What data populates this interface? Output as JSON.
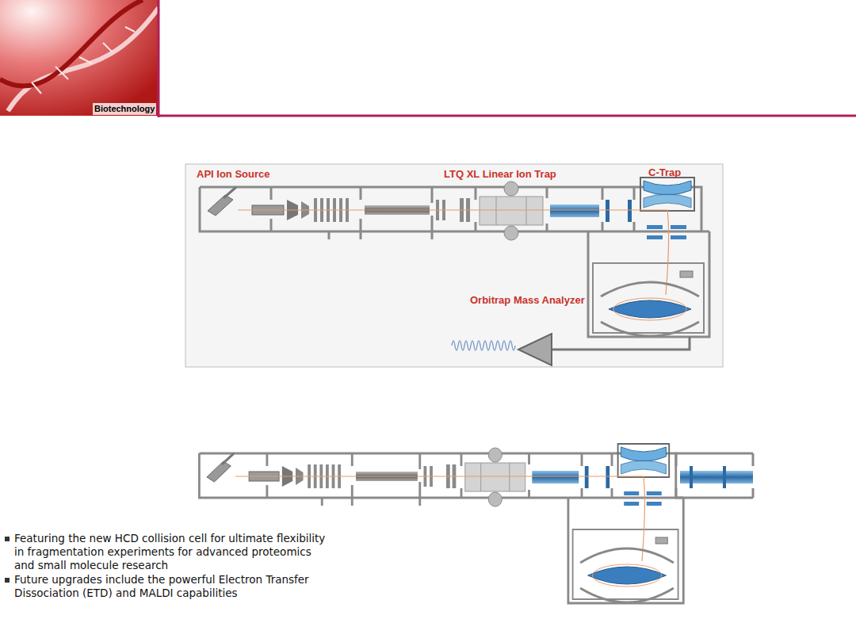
{
  "diagram": {
    "labels": [
      "Biotechnology",
      "API Ion Source",
      "LTQ XL Linear Ion Trap",
      "C-Trap",
      "Orbitrap Mass Analyzer",
      "Featuring the new HCD collision cell for ultimate flexibility in fragmentation experiments for advanced proteomics and small molecule research",
      "Future upgrades include the powerful Electron Transfer Dissociation (ETD) and MALDI capabilities"
    ]
  }
}
